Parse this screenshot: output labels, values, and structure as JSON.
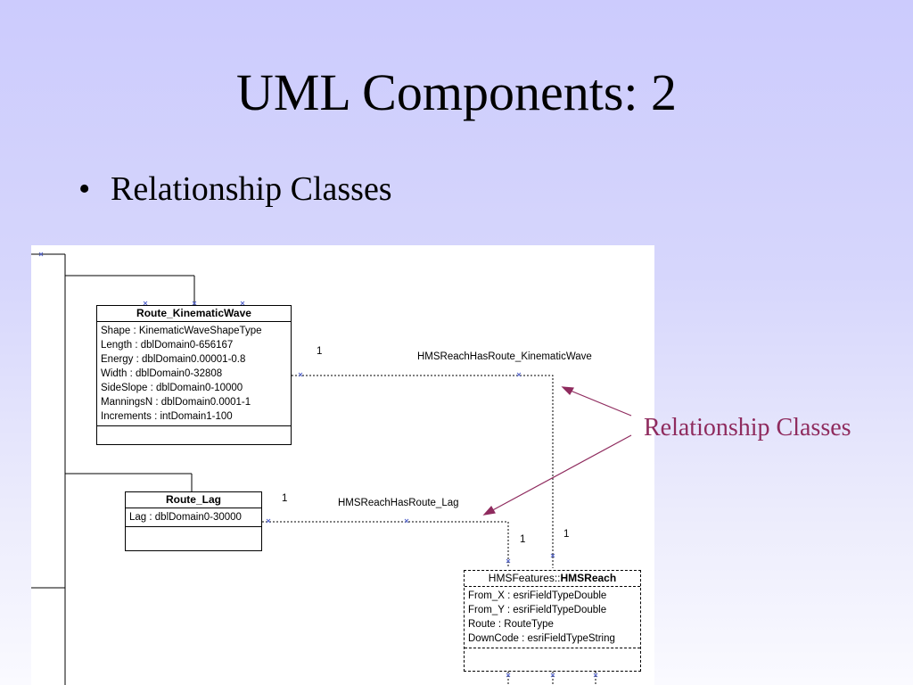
{
  "slide": {
    "title": "UML Components:  2",
    "bullet": "Relationship Classes",
    "annotation": "Relationship Classes"
  },
  "colors": {
    "annotation": "#8f2b5e",
    "background_top": "#cccbfd",
    "background_bottom": "#fafaff"
  },
  "classes": [
    {
      "id": "route-kinematic-wave",
      "name": "Route_KinematicWave",
      "attributes": [
        "Shape : KinematicWaveShapeType",
        "Length : dblDomain0-656167",
        "Energy : dblDomain0.00001-0.8",
        "Width : dblDomain0-32808",
        "SideSlope : dblDomain0-10000",
        "ManningsN : dblDomain0.0001-1",
        "Increments : intDomain1-100"
      ]
    },
    {
      "id": "route-lag",
      "name": "Route_Lag",
      "attributes": [
        "Lag : dblDomain0-30000"
      ]
    },
    {
      "id": "hms-reach",
      "prefix": "HMSFeatures::",
      "name": "HMSReach",
      "attributes": [
        "From_X : esriFieldTypeDouble",
        "From_Y : esriFieldTypeDouble",
        "Route : RouteType",
        "DownCode : esriFieldTypeString"
      ]
    }
  ],
  "relationships": [
    {
      "name": "HMSReachHasRoute_KinematicWave",
      "source_multiplicity": "1",
      "target_multiplicity": "1"
    },
    {
      "name": "HMSReachHasRoute_Lag",
      "source_multiplicity": "1",
      "target_multiplicity": "1"
    }
  ]
}
